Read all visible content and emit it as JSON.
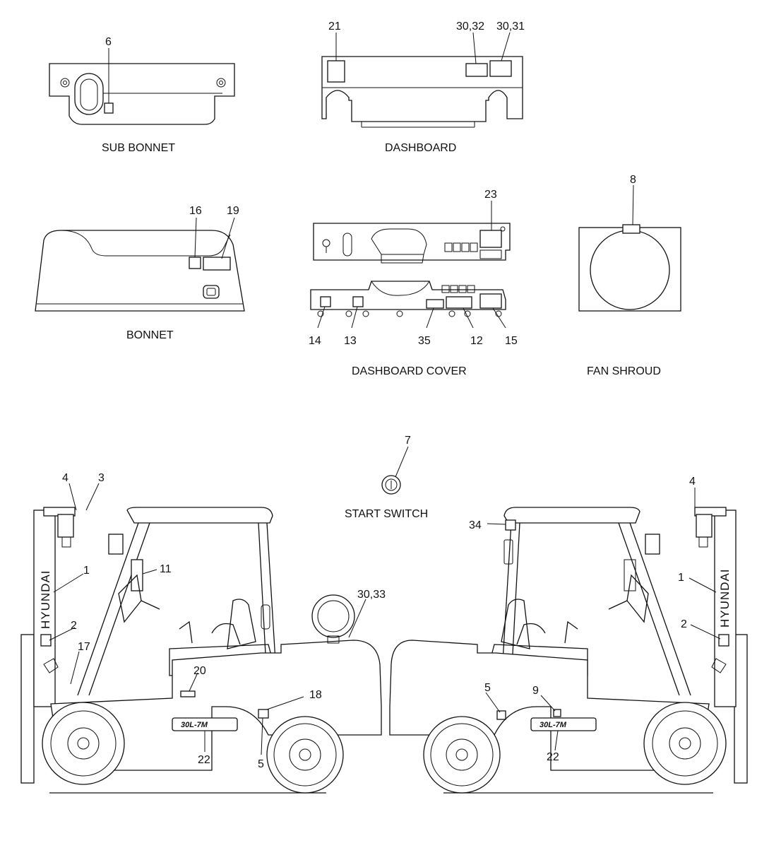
{
  "captions": {
    "sub_bonnet": "SUB BONNET",
    "dashboard": "DASHBOARD",
    "bonnet": "BONNET",
    "dashboard_cover": "DASHBOARD COVER",
    "fan_shroud": "FAN SHROUD",
    "start_switch": "START SWITCH"
  },
  "callouts": {
    "c6": "6",
    "c21": "21",
    "c30_32": "30,32",
    "c30_31": "30,31",
    "c16": "16",
    "c19": "19",
    "c23": "23",
    "c8": "8",
    "c14": "14",
    "c13": "13",
    "c35": "35",
    "c12": "12",
    "c15": "15",
    "c7": "7",
    "l4": "4",
    "l3": "3",
    "l1": "1",
    "l11": "11",
    "l2": "2",
    "l17": "17",
    "l20": "20",
    "l30_33": "30,33",
    "l18": "18",
    "l22": "22",
    "l5": "5",
    "r4": "4",
    "r34": "34",
    "r1": "1",
    "r2": "2",
    "r5": "5",
    "r9": "9",
    "r22": "22"
  },
  "mast_brand": "HYUNDAI",
  "decal_text": "30L-7M"
}
